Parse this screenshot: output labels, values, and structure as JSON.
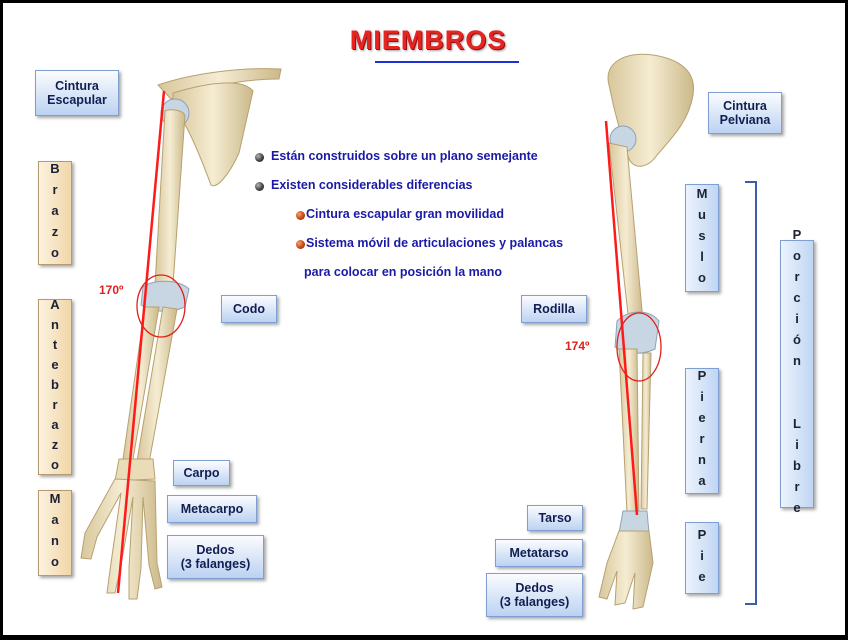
{
  "title": "MIEMBROS",
  "bullets": [
    "Están construidos sobre un plano semejante",
    "Existen considerables diferencias"
  ],
  "sub_bullets": [
    "Cintura escapular gran movilidad",
    "Sistema móvil de articulaciones y palancas"
  ],
  "continuation": "para colocar en posición la mano",
  "upper_limb": {
    "girdle": "Cintura\nEscapular",
    "segments": {
      "brazo": "Brazo",
      "antebrazo": "Antebrazo",
      "mano": "Mano"
    },
    "joint": "Codo",
    "angle": "170º",
    "carpo": "Carpo",
    "metacarpo": "Metacarpo",
    "dedos": "Dedos\n(3 falanges)"
  },
  "lower_limb": {
    "girdle": "Cintura\nPelviana",
    "segments": {
      "muslo": "Muslo",
      "pierna": "Pierna",
      "pie": "Pie"
    },
    "porcion_libre": "Porción  Libre",
    "joint": "Rodilla",
    "angle": "174º",
    "tarso": "Tarso",
    "metatarso": "Metatarso",
    "dedos": "Dedos\n(3 falanges)"
  },
  "colors": {
    "title": "#e52521",
    "bullet_text": "#1a1aa6",
    "axis_line": "#ff1a1a",
    "bone": "#efe2c0",
    "bracket": "#3a5fa8"
  }
}
